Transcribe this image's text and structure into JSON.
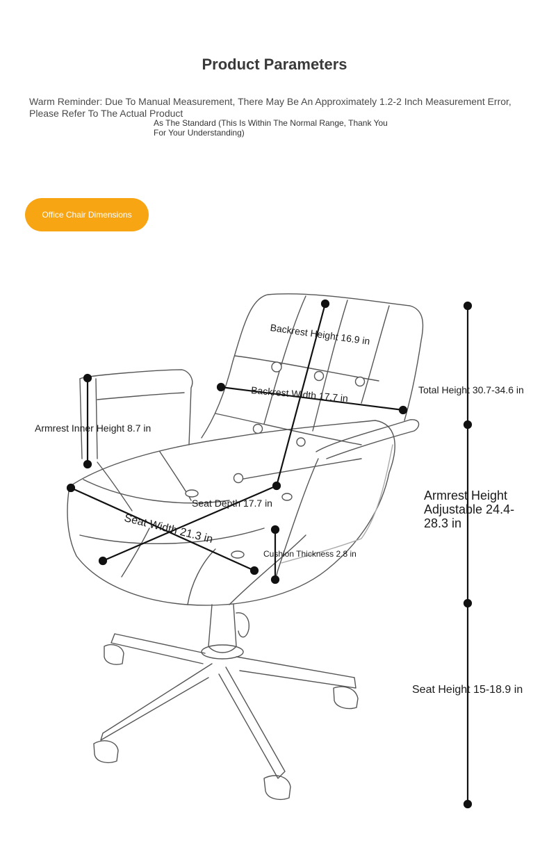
{
  "header": {
    "title": "Product Parameters",
    "reminder_line1": "Warm Reminder: Due To Manual Measurement, There May Be An Approximately 1.2-2 Inch Measurement Error, Please Refer To The Actual Product",
    "reminder_line2": "As The Standard (This Is Within The Normal Range, Thank You For Your Understanding)"
  },
  "section_button": {
    "label": "Office Chair Dimensions",
    "color": "#f7a513"
  },
  "dimensions": {
    "backrest_height": "Backrest Height 16.9 in",
    "backrest_width": "Backrest Width 17.7 in",
    "total_height": "Total Height 30.7-34.6 in",
    "armrest_inner_height": "Armrest Inner Height 8.7 in",
    "seat_depth": "Seat Depth 17.7 in",
    "seat_width": "Seat Width 21.3 in",
    "cushion_thickness": "Cushion Thickness 2.8 in",
    "armrest_height": "Armrest Height Adjustable 24.4-28.3 in",
    "seat_height": "Seat Height 15-18.9 in"
  }
}
